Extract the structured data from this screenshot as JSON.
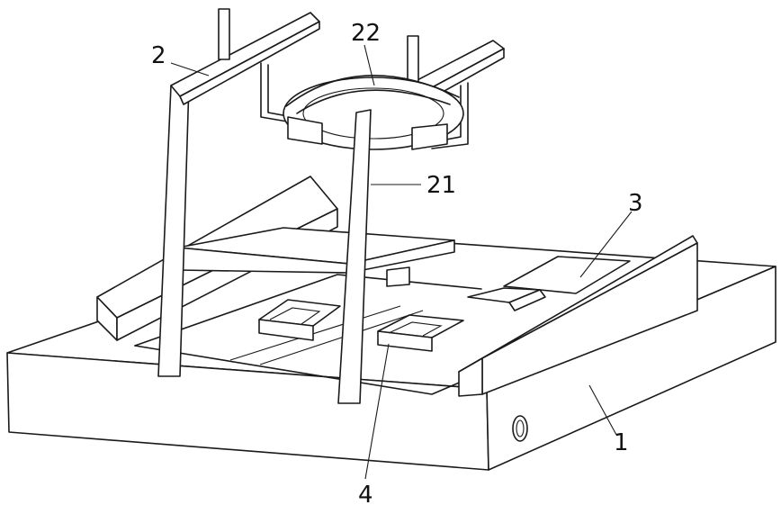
{
  "labels": {
    "base": "1",
    "frame": "2",
    "plate": "3",
    "clamp": "4",
    "post": "21",
    "ring": "22"
  },
  "colors": {
    "line": "#1a1a1a",
    "background": "#ffffff"
  }
}
